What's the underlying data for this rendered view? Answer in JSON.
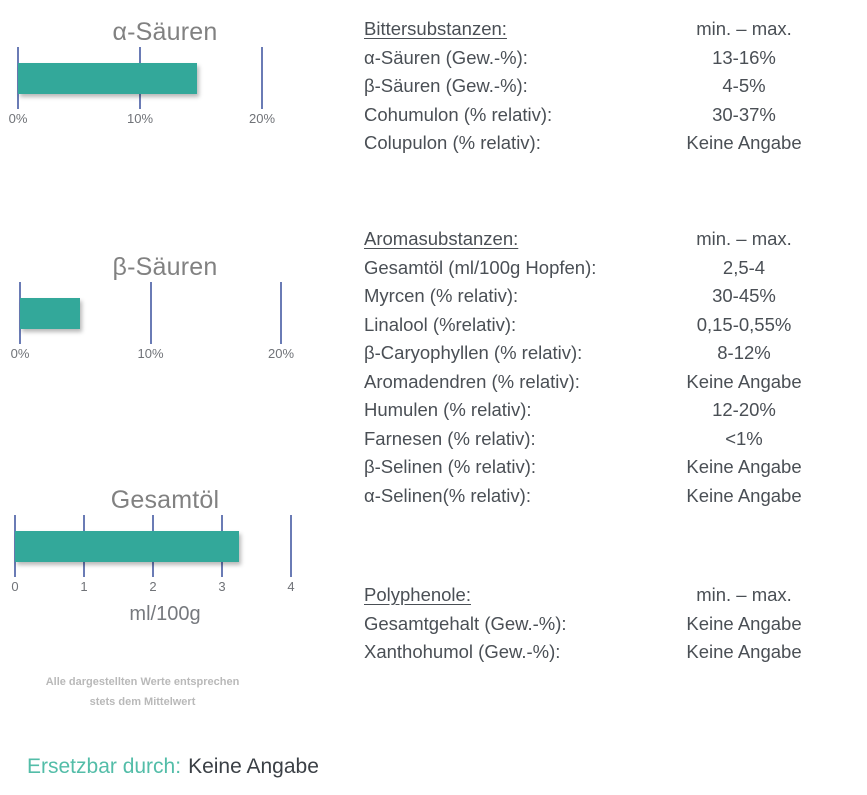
{
  "charts": [
    {
      "title": "α-Säuren",
      "unit_caption": "",
      "axis": {
        "min": 0,
        "max": 20,
        "ticks": [
          0,
          10,
          20
        ],
        "tick_labels": [
          "0%",
          "10%",
          "20%"
        ]
      },
      "value": 14.7,
      "bar_color": "#33a89a",
      "tick_color": "#5064a8"
    },
    {
      "title": "β-Säuren",
      "unit_caption": "",
      "axis": {
        "min": 0,
        "max": 20,
        "ticks": [
          0,
          10,
          20
        ],
        "tick_labels": [
          "0%",
          "10%",
          "20%"
        ]
      },
      "value": 4.6,
      "bar_color": "#33a89a",
      "tick_color": "#5064a8"
    },
    {
      "title": "Gesamtöl",
      "unit_caption": "ml/100g",
      "axis": {
        "min": 0,
        "max": 4,
        "ticks": [
          0,
          1,
          2,
          3,
          4
        ],
        "tick_labels": [
          "0",
          "1",
          "2",
          "3",
          "4"
        ]
      },
      "value": 3.25,
      "bar_color": "#33a89a",
      "tick_color": "#5064a8"
    }
  ],
  "chart_data": [
    {
      "type": "bar",
      "title": "α-Säuren",
      "categories": [
        "α-Säuren"
      ],
      "values": [
        14.7
      ],
      "xlabel": "",
      "ylabel": "",
      "xlim": [
        0,
        20
      ],
      "tick_labels": [
        "0%",
        "10%",
        "20%"
      ],
      "grid": false,
      "orientation": "horizontal"
    },
    {
      "type": "bar",
      "title": "β-Säuren",
      "categories": [
        "β-Säuren"
      ],
      "values": [
        4.6
      ],
      "xlabel": "",
      "ylabel": "",
      "xlim": [
        0,
        20
      ],
      "tick_labels": [
        "0%",
        "10%",
        "20%"
      ],
      "grid": false,
      "orientation": "horizontal"
    },
    {
      "type": "bar",
      "title": "Gesamtöl",
      "categories": [
        "Gesamtöl"
      ],
      "values": [
        3.25
      ],
      "xlabel": "ml/100g",
      "ylabel": "",
      "xlim": [
        0,
        4
      ],
      "tick_labels": [
        "0",
        "1",
        "2",
        "3",
        "4"
      ],
      "grid": false,
      "orientation": "horizontal"
    }
  ],
  "sections": [
    {
      "header_key": "Bittersubstanzen:",
      "header_val": "min. – max.",
      "rows": [
        {
          "key": "α-Säuren (Gew.-%):",
          "val": "13-16%"
        },
        {
          "key": "β-Säuren (Gew.-%):",
          "val": "4-5%"
        },
        {
          "key": "Cohumulon (% relativ):",
          "val": "30-37%"
        },
        {
          "key": "Colupulon (% relativ):",
          "val": "Keine Angabe"
        }
      ]
    },
    {
      "header_key": "Aromasubstanzen:",
      "header_val": "min. – max.",
      "rows": [
        {
          "key": "Gesamtöl (ml/100g Hopfen):",
          "val": "2,5-4"
        },
        {
          "key": "Myrcen (% relativ):",
          "val": "30-45%"
        },
        {
          "key": "Linalool (%relativ):",
          "val": "0,15-0,55%"
        },
        {
          "key": "β-Caryophyllen (% relativ):",
          "val": "8-12%"
        },
        {
          "key": "Aromadendren (% relativ):",
          "val": "Keine Angabe"
        },
        {
          "key": "Humulen (% relativ):",
          "val": "12-20%"
        },
        {
          "key": "Farnesen (% relativ):",
          "val": "<1%"
        },
        {
          "key": "β-Selinen (% relativ):",
          "val": "Keine Angabe"
        },
        {
          "key": "α-Selinen(% relativ):",
          "val": "Keine Angabe"
        }
      ]
    },
    {
      "header_key": "Polyphenole:",
      "header_val": "min. – max.",
      "rows": [
        {
          "key": "Gesamtgehalt (Gew.-%):",
          "val": "Keine Angabe"
        },
        {
          "key": "Xanthohumol (Gew.-%):",
          "val": "Keine Angabe"
        }
      ]
    }
  ],
  "footnote": {
    "line1": "Alle dargestellten Werte entsprechen",
    "line2": "stets dem Mittelwert"
  },
  "replacement": {
    "label": "Ersetzbar durch:",
    "value": "Keine Angabe"
  },
  "colors": {
    "bar": "#33a89a",
    "tick": "#5064a8",
    "title": "#818181",
    "text": "#4a4f55",
    "accent": "#53bda8",
    "footnote": "#b9b9b9"
  }
}
